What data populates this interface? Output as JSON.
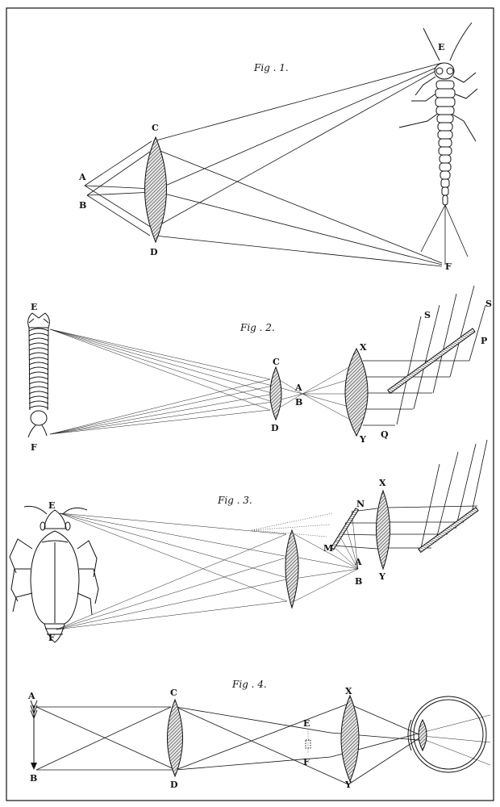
{
  "plate": {
    "title": "Solar microscope optics plate",
    "ink_color": "#111111",
    "paper_color": "#ffffff"
  },
  "figures": [
    {
      "caption": "Fig . 1.",
      "labels": {
        "A": "A",
        "B": "B",
        "C": "C",
        "D": "D",
        "E": "E",
        "F": "F"
      },
      "specimen": "mayfly-larva"
    },
    {
      "caption": "Fig . 2.",
      "labels": {
        "E": "E",
        "F": "F",
        "C": "C",
        "D": "D",
        "A": "A",
        "B": "B",
        "X": "X",
        "Y": "Y",
        "P": "P",
        "Q": "Q",
        "S1": "S",
        "S2": "S"
      },
      "specimen": "segmented-worm"
    },
    {
      "caption": "Fig . 3.",
      "labels": {
        "E": "E",
        "F": "F",
        "N": "N",
        "M": "M",
        "A": "A",
        "B": "B",
        "X": "X",
        "Y": "Y"
      },
      "specimen": "beetle"
    },
    {
      "caption": "Fig . 4.",
      "labels": {
        "A": "A",
        "B": "B",
        "C": "C",
        "D": "D",
        "E": "E",
        "F": "F",
        "X": "X",
        "Y": "Y"
      },
      "specimen": "arrow-object-and-eye"
    }
  ]
}
